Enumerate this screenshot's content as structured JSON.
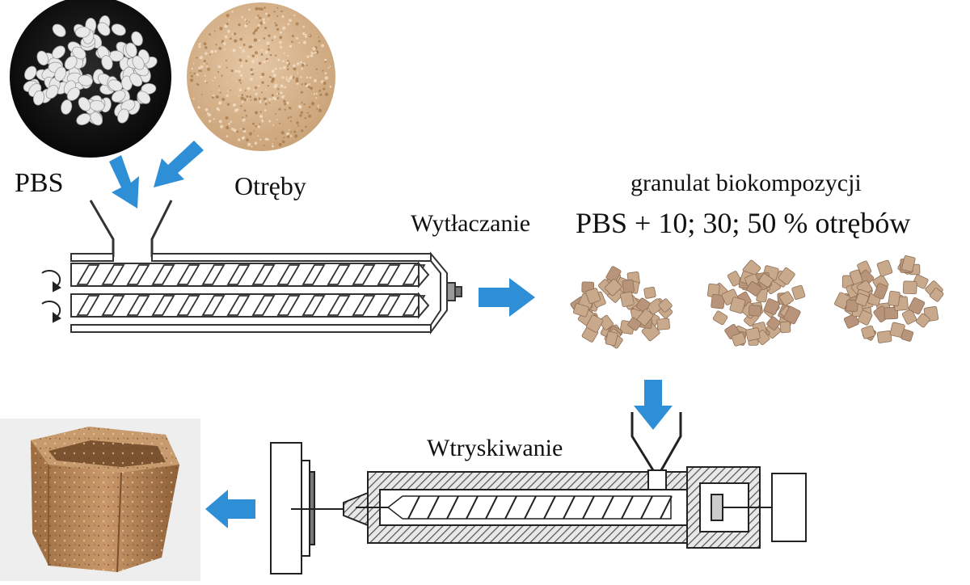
{
  "labels": {
    "pbs": "PBS",
    "otreby": "Otręby",
    "extrusion": "Wytłaczanie",
    "granulate_title": "granulat biokompozycji",
    "granulate_mix": "PBS + 10; 30; 50 %  otrębów",
    "injection": "Wtryskiwanie"
  },
  "colors": {
    "arrow": "#2f8fd6",
    "pellet": "#c9a98b",
    "pellet_edge": "#8d6e55",
    "bran": "#d9b690",
    "pot": "#b8875a",
    "line": "#333333",
    "hatch": "#555555"
  },
  "icons": {
    "arrow": "arrow-icon",
    "rotation": "rotation-arrow-icon"
  }
}
